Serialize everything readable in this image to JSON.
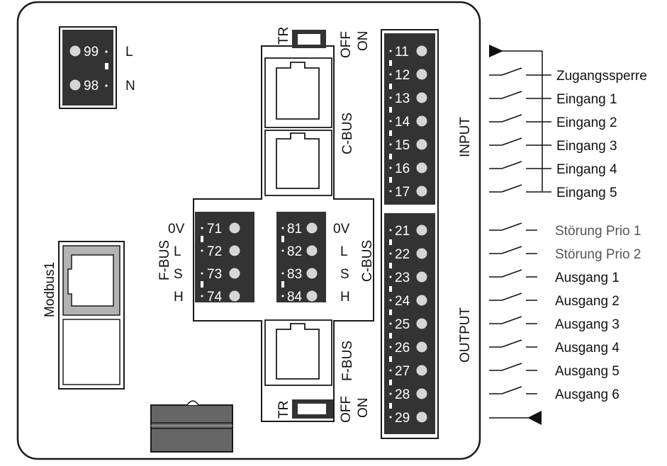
{
  "colors": {
    "outline": "#1a1a1a",
    "terminal_block": "#333333",
    "pin_dot": "#d6d6d6",
    "label_grey": "#555555",
    "modbus_port": "#b3b3b3",
    "grip": "#666666"
  },
  "power": {
    "pins": [
      "99",
      "98"
    ],
    "labels": [
      "L",
      "N"
    ]
  },
  "c_bus_top": {
    "tr_label": "TR",
    "off_label": "OFF",
    "on_label": "ON",
    "bus_label": "C-BUS"
  },
  "f_bus_bottom": {
    "tr_label": "TR",
    "off_label": "OFF",
    "on_label": "ON",
    "bus_label": "F-BUS"
  },
  "f_bus_block": {
    "title": "F-BUS",
    "pins": [
      "71",
      "72",
      "73",
      "74"
    ],
    "labels": [
      "0V",
      "L",
      "S",
      "H"
    ]
  },
  "c_bus_block": {
    "title": "C-BUS",
    "pins": [
      "81",
      "82",
      "83",
      "84"
    ],
    "labels": [
      "0V",
      "L",
      "S",
      "H"
    ]
  },
  "modbus": {
    "label": "Modbus1"
  },
  "input": {
    "title": "INPUT",
    "pins": [
      "11",
      "12",
      "13",
      "14",
      "15",
      "16",
      "17"
    ],
    "signals": [
      "Zugangssperre",
      "Eingang 1",
      "Eingang 2",
      "Eingang 3",
      "Eingang 4",
      "Eingang 5"
    ]
  },
  "output": {
    "title": "OUTPUT",
    "pins": [
      "21",
      "22",
      "23",
      "24",
      "25",
      "26",
      "27",
      "28",
      "29"
    ],
    "signals": [
      "Störung Prio 1",
      "Störung Prio 2",
      "Ausgang 1",
      "Ausgang 2",
      "Ausgang 3",
      "Ausgang 4",
      "Ausgang 5",
      "Ausgang 6"
    ],
    "grey_signal_count": 2
  }
}
